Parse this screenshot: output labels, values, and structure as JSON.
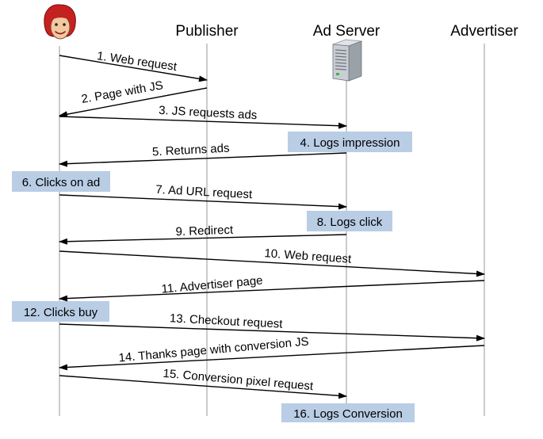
{
  "colors": {
    "lifeline": "#b5b5b5",
    "arrow": "#000000",
    "highlight": "#b9cde5",
    "face": "#f2c8a0",
    "hair": "#c62020"
  },
  "actors": [
    {
      "id": "user",
      "label": "",
      "icon": "user-face-icon"
    },
    {
      "id": "publisher",
      "label": "Publisher"
    },
    {
      "id": "adserver",
      "label": "Ad Server",
      "icon": "server-tower-icon"
    },
    {
      "id": "advertiser",
      "label": "Advertiser"
    }
  ],
  "messages": [
    {
      "from": "user",
      "to": "publisher",
      "label": "1. Web request"
    },
    {
      "from": "publisher",
      "to": "user",
      "label": "2. Page with JS"
    },
    {
      "from": "user",
      "to": "adserver",
      "label": "3. JS requests ads"
    },
    {
      "from": "adserver",
      "to": "user",
      "label": "5. Returns ads"
    },
    {
      "from": "user",
      "to": "adserver",
      "label": "7. Ad URL request"
    },
    {
      "from": "adserver",
      "to": "user",
      "label": "9. Redirect"
    },
    {
      "from": "user",
      "to": "advertiser",
      "label": "10. Web request"
    },
    {
      "from": "advertiser",
      "to": "user",
      "label": "11. Advertiser page"
    },
    {
      "from": "user",
      "to": "advertiser",
      "label": "13. Checkout request"
    },
    {
      "from": "advertiser",
      "to": "user",
      "label": "14. Thanks page with conversion JS"
    },
    {
      "from": "user",
      "to": "adserver",
      "label": "15. Conversion pixel request"
    }
  ],
  "events": [
    {
      "actor": "adserver",
      "label": "4. Logs impression"
    },
    {
      "actor": "user",
      "label": "6. Clicks on ad"
    },
    {
      "actor": "adserver",
      "label": "8. Logs click"
    },
    {
      "actor": "user",
      "label": "12. Clicks buy"
    },
    {
      "actor": "adserver",
      "label": "16. Logs Conversion"
    }
  ]
}
